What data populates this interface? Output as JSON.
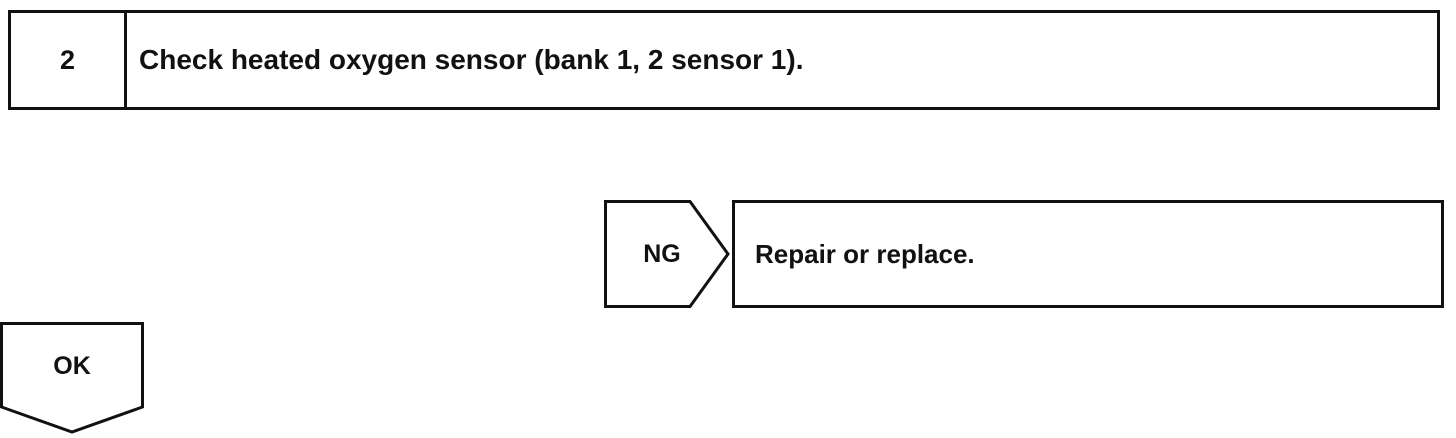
{
  "step": {
    "number": "2",
    "title": "Check heated oxygen sensor (bank 1, 2 sensor 1)."
  },
  "ng_branch": {
    "label": "NG",
    "action": "Repair or replace."
  },
  "ok_branch": {
    "label": "OK"
  }
}
